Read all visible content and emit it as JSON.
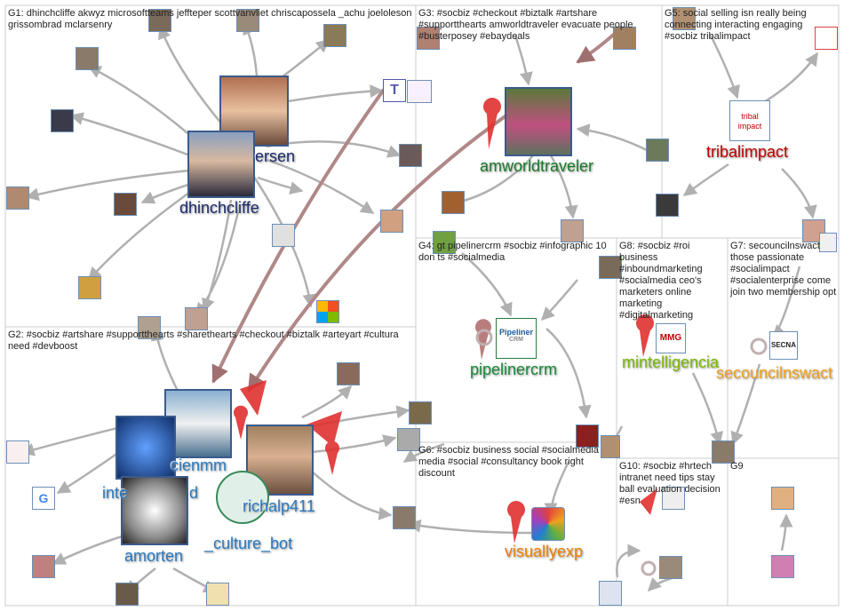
{
  "groups": [
    {
      "id": "G1",
      "label": "G1: dhinchcliffe akwyz microsoftteams jeffteper scottvanvliet chriscapossela _achu joeloleson grissombrad mclarsenry"
    },
    {
      "id": "G2",
      "label": "G2: #socbiz #artshare #supportthearts #sharethearts #checkout #biztalk #arteyart #cultura need #devboost"
    },
    {
      "id": "G3",
      "label": "G3: #socbiz #checkout #biztalk #artshare #supportthearts amworldtraveler evacuate people #busterposey #ebaydeals"
    },
    {
      "id": "G4",
      "label": "G4: gt pipelinercrm #socbiz #infographic 10 don ts #socialmedia"
    },
    {
      "id": "G5",
      "label": "G5: social selling isn really being connecting interacting engaging #socbiz tribalimpact"
    },
    {
      "id": "G6",
      "label": "G6: #socbiz business social #socialmedia media #social #consultancy book right discount"
    },
    {
      "id": "G7",
      "label": "G7: secouncilnswact those passionate #socialimpact #socialenterprise come join two membership opt"
    },
    {
      "id": "G8",
      "label": "G8: #socbiz #roi business #inboundmarketing #socialmedia ceo's marketers online marketing #digitalmarketing"
    },
    {
      "id": "G9",
      "label": "G9"
    },
    {
      "id": "G10",
      "label": "G10: #socbiz #hrtech intranet need tips stay ball evaluation decision #esn"
    }
  ],
  "node_labels": {
    "dhinchcliffe": "dhinchcliffe",
    "ersen": "ersen",
    "amworldtraveler": "amworldtraveler",
    "tribalimpact": "tribalimpact",
    "pipelinercrm": "pipelinercrm",
    "mintelligencia": "mintelligencia",
    "secouncilnswact": "secouncilnswact",
    "cienmm": "cienmm",
    "inte": "inte",
    "d": "d",
    "richalp411": "richalp411",
    "culture_bot": "_culture_bot",
    "amorten": "amorten",
    "visuallyexp": "visuallyexp"
  },
  "logos": {
    "tribal": "tribal impact",
    "pipeliner": "Pipeliner",
    "pipeliner_sub": "CRM",
    "mmg": "MMG",
    "secna": "SECNA",
    "google": "G",
    "ms_teams": "T"
  },
  "colors": {
    "g1_label": "#1a2a6c",
    "g3_label": "#1a7a2a",
    "g5_label": "#c00000",
    "g4_label": "#1a8a3a",
    "g8_label": "#7ab800",
    "g7_label": "#f0a020",
    "g2_label": "#2a7ac0",
    "g6_label": "#f08000",
    "edge": "#b0b0b0",
    "edge_dark": "#8a8a8a",
    "self_loop": "#e03030",
    "strong_edge": "#b07070",
    "grid_line": "#cccccc"
  }
}
